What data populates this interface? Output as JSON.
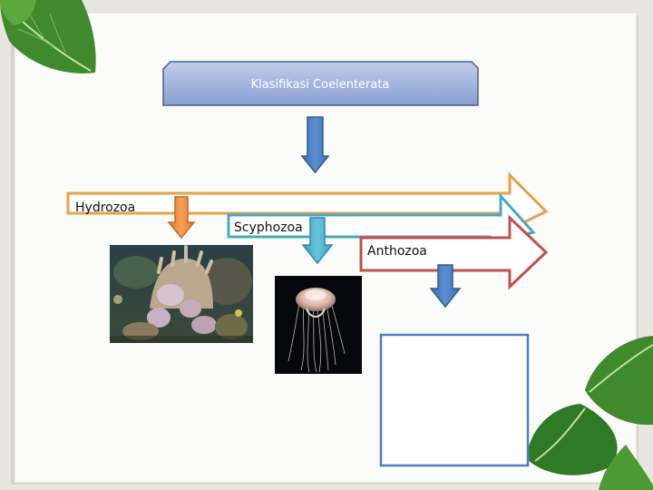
{
  "slide": {
    "title": "Klasifikasi Coelenterata",
    "classes": [
      {
        "name": "Hydrozoa",
        "photo": "coral-reef-photo",
        "photo_caption": ""
      },
      {
        "name": "Scyphozoa",
        "photo": "jellyfish-photo",
        "photo_caption": ""
      },
      {
        "name": "Anthozoa",
        "photo": "empty-image-placeholder",
        "photo_caption": ""
      }
    ]
  },
  "colors": {
    "hydrozoa_arrow": "#e8a04a",
    "scyphozoa_arrow": "#4aa8c4",
    "anthozoa_arrow": "#c0504d",
    "down_arrow_blue": "#4f81bd",
    "down_arrow_orange": "#f08a3c",
    "down_arrow_teal": "#4bacc6",
    "title_fill": "#9fb2d9",
    "placeholder_border": "#4f81bd"
  }
}
